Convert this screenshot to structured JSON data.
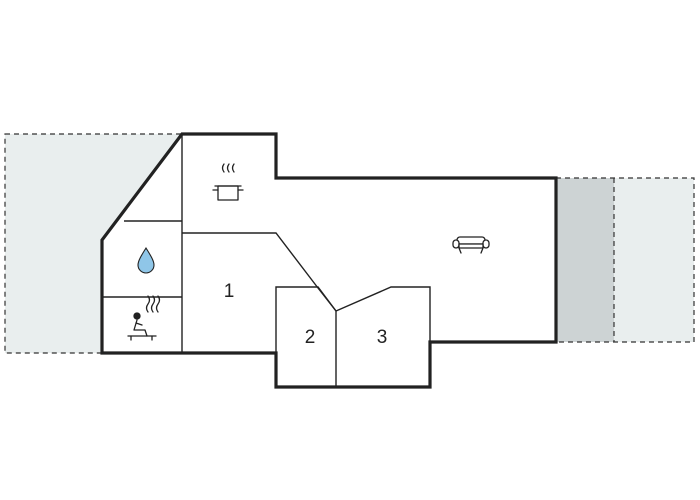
{
  "floorplan": {
    "rooms": [
      {
        "id": "bedroom-1",
        "label": "1"
      },
      {
        "id": "bedroom-2",
        "label": "2"
      },
      {
        "id": "bedroom-3",
        "label": "3"
      }
    ],
    "icons": {
      "kitchen": "cooking-pot-icon",
      "bathroom": "water-drop-icon",
      "sauna": "sauna-icon",
      "living": "sofa-icon"
    },
    "colors": {
      "terrace_fill": "#e9eeee",
      "covered_terrace_fill": "#cdd3d4",
      "wall": "#222222",
      "water_drop": "#8fc6e8"
    }
  }
}
